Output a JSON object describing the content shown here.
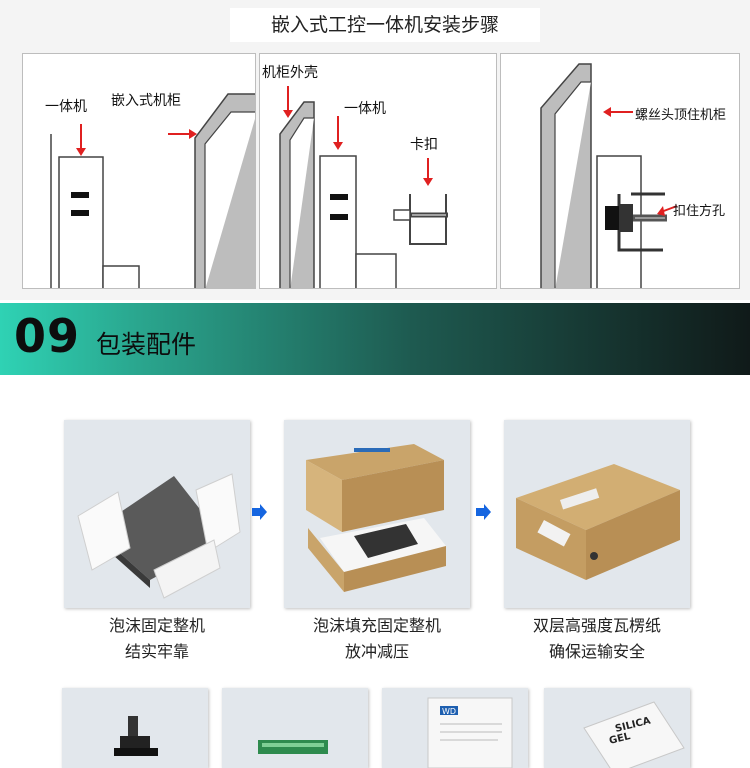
{
  "install_section": {
    "title": "嵌入式工控一体机安装步骤",
    "panel1": {
      "label_unit": "一体机",
      "label_cabinet": "嵌入式机柜"
    },
    "panel2": {
      "label_shell": "机柜外壳",
      "label_unit": "一体机",
      "label_clip": "卡扣"
    },
    "panel3": {
      "label_screw": "螺丝头顶住机柜",
      "label_hole": "扣住方孔"
    }
  },
  "section_header": {
    "number": "09",
    "title": "包装配件"
  },
  "packaging_steps": [
    {
      "caption_line1": "泡沫固定整机",
      "caption_line2": "结实牢靠"
    },
    {
      "caption_line1": "泡沫填充固定整机",
      "caption_line2": "放冲减压"
    },
    {
      "caption_line1": "双层高强度瓦楞纸",
      "caption_line2": "确保运输安全"
    }
  ],
  "bottom_accessories": {
    "manual_logo": "WD",
    "desiccant_text_1": "SILICA",
    "desiccant_text_2": "GEL"
  },
  "colors": {
    "header_gradient_start": "#2fd2b4",
    "header_gradient_end": "#101a19",
    "arrow_blue": "#1565e0",
    "red_pointer": "#e02020",
    "cardboard": "#c9a46a"
  }
}
